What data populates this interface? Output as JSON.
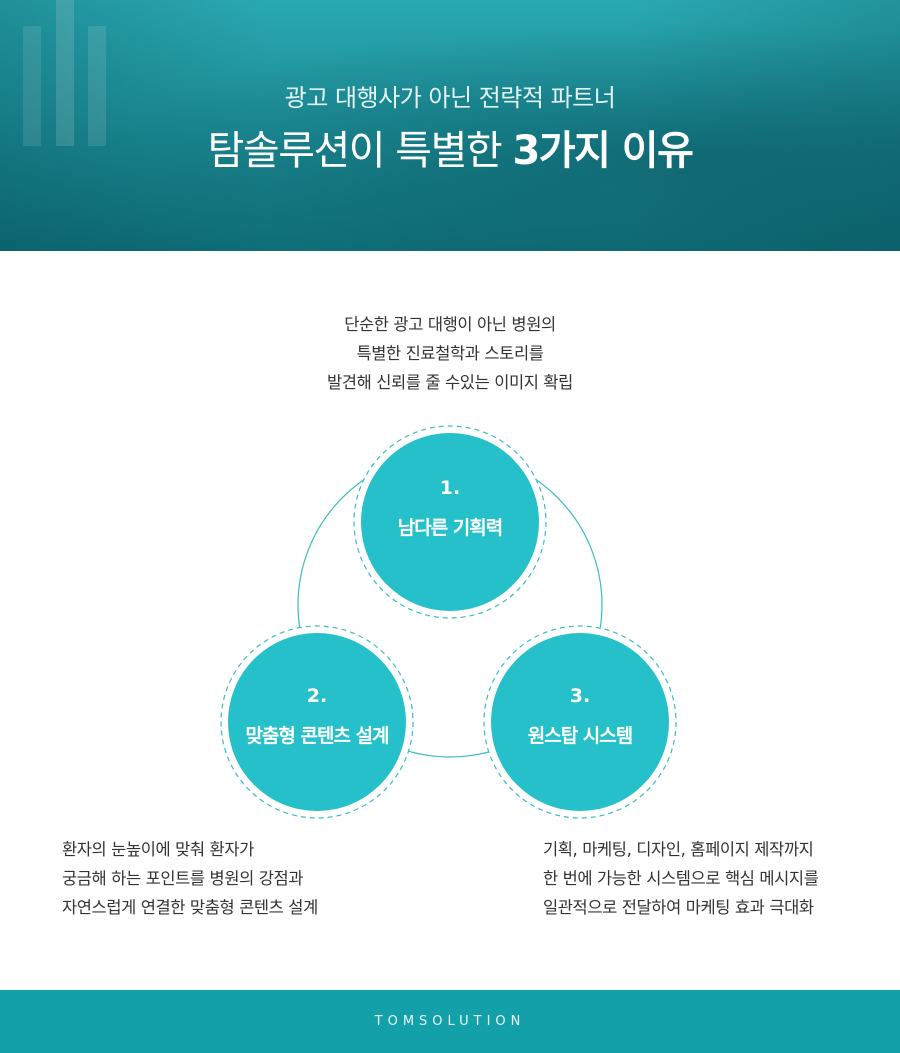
{
  "header": {
    "subtitle": "광고 대행사가 아닌 전략적 파트너",
    "title_regular": "탐솔루션이 특별한 ",
    "title_bold": "3가지 이유"
  },
  "intro": {
    "lines": [
      "단순한 광고 대행이 아닌 병원의",
      "특별한 진료철학과 스토리를",
      "발견해 신뢰를 줄 수있는 이미지 확립"
    ]
  },
  "reasons": [
    {
      "number": "1.",
      "title": "남다른 기획력"
    },
    {
      "number": "2.",
      "title": "맞춤형 콘텐츠 설계",
      "lines": [
        "환자의 눈높이에 맞춰 환자가",
        "궁금해 하는 포인트를 병원의 강점과",
        "자연스럽게 연결한 맞춤형 콘텐츠 설계"
      ]
    },
    {
      "number": "3.",
      "title": "원스탑 시스템",
      "lines": [
        "기획, 마케팅, 디자인, 홈페이지 제작까지",
        "한 번에 가능한 시스템으로 핵심 메시지를",
        "일관적으로 전달하여 마케팅 효과 극대화"
      ]
    }
  ],
  "colors": {
    "accent": "#25c0c9",
    "footer": "#13a0a8",
    "hero_dark": "#0f6d76"
  },
  "footer": {
    "brand": "TOMSOLUTION"
  }
}
